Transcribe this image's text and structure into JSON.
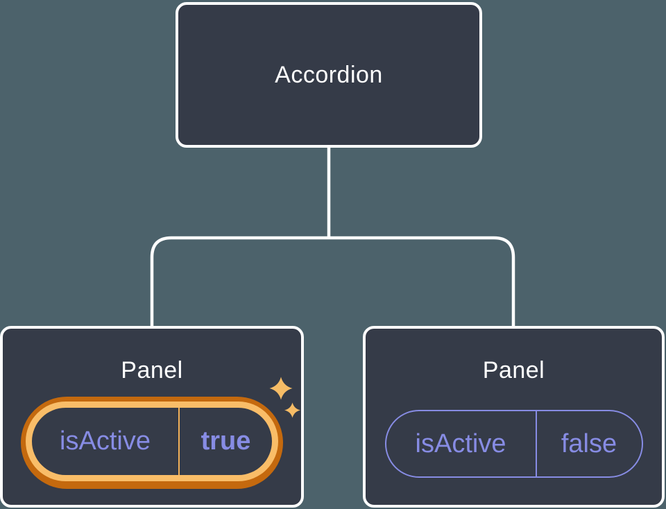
{
  "tree": {
    "root": {
      "label": "Accordion"
    },
    "children": [
      {
        "label": "Panel",
        "highlighted": true,
        "state": {
          "key": "isActive",
          "value": "true"
        }
      },
      {
        "label": "Panel",
        "highlighted": false,
        "state": {
          "key": "isActive",
          "value": "false"
        }
      }
    ]
  },
  "icons": [
    {
      "name": "sparkles-icon",
      "meaning": "state just set / highlighted"
    }
  ],
  "colors": {
    "background": "#4c626b",
    "node_fill": "#353b48",
    "node_border": "#ffffff",
    "connector": "#ffffff",
    "title_text": "#ffffff",
    "state_text": "#878ce4",
    "state_border": "#878ce4",
    "highlight_outer": "#c4690e",
    "highlight_inner": "#f9bd68",
    "highlight_divider": "#f2b058",
    "sparkle": "#f6bc66"
  }
}
